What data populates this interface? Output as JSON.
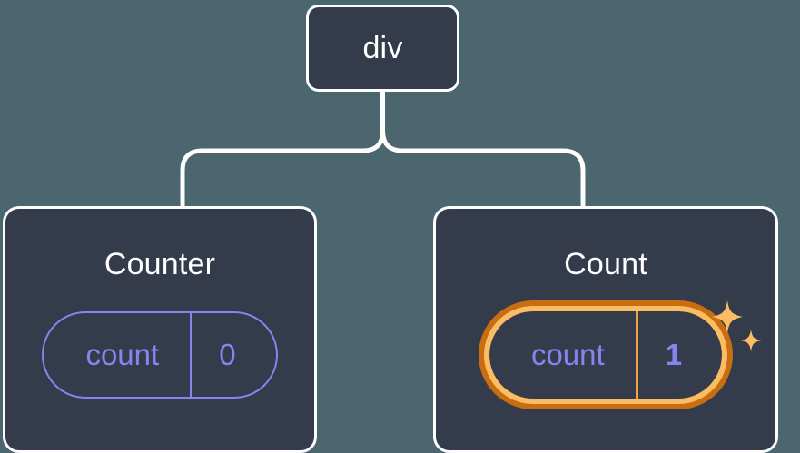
{
  "colors": {
    "background": "#4c6670",
    "card_fill": "#343b4a",
    "card_border": "#fdfdfd",
    "connector": "#fdfdfd",
    "pill_stroke": "#8486f0",
    "pill_text": "#8486f0",
    "highlight_outer_ring": "#c86d12",
    "highlight_inner_ring": "#fabd63",
    "sparkle": "#fabd63",
    "title_text": "#ffffff"
  },
  "tree": {
    "root": {
      "label": "div"
    },
    "children": [
      {
        "title": "Counter",
        "signal": {
          "name": "count",
          "value": "0",
          "highlighted": false
        }
      },
      {
        "title": "Count",
        "signal": {
          "name": "count",
          "value": "1",
          "highlighted": true
        },
        "sparkle_icons": [
          "sparkle-large-icon",
          "sparkle-small-icon"
        ]
      }
    ]
  }
}
